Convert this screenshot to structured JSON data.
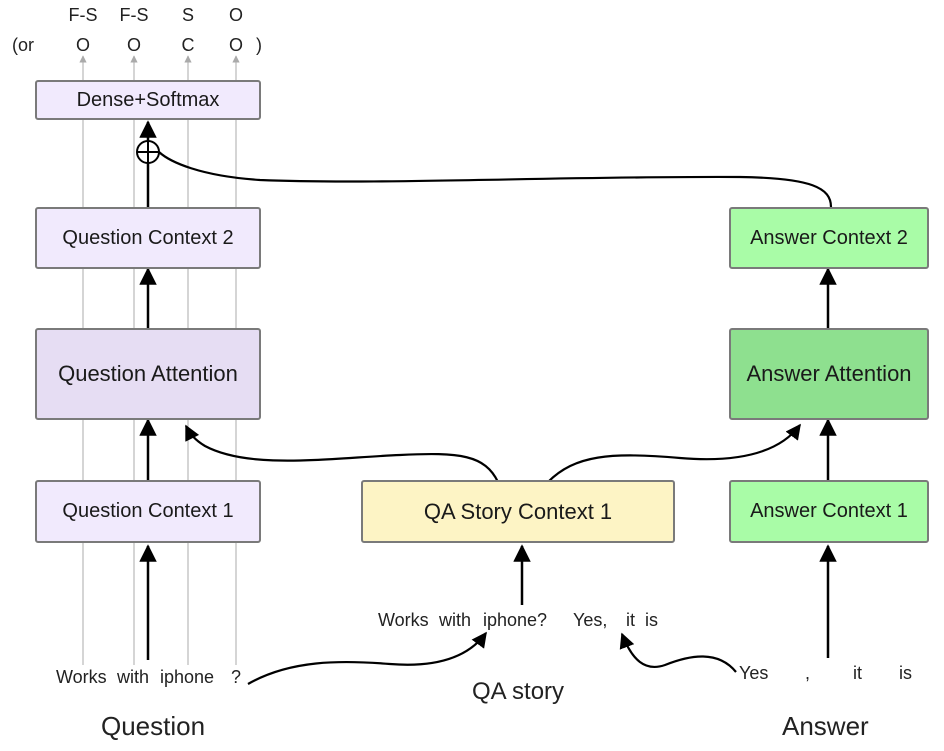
{
  "top_labels": {
    "row1": [
      "F-S",
      "F-S",
      "S",
      "O"
    ],
    "row2_prefix": "(or",
    "row2": [
      "O",
      "O",
      "C",
      "O"
    ],
    "row2_suffix": ")"
  },
  "boxes": {
    "dense": "Dense+Softmax",
    "q_ctx2": "Question Context 2",
    "q_att": "Question Attention",
    "q_ctx1": "Question Context 1",
    "story_ctx1": "QA Story Context 1",
    "a_ctx2": "Answer Context 2",
    "a_att": "Answer Attention",
    "a_ctx1": "Answer Context 1"
  },
  "inputs": {
    "question_words": [
      "Works",
      "with",
      "iphone",
      "?"
    ],
    "story_words": [
      "Works",
      "with",
      "iphone?",
      "Yes,",
      "it",
      "is"
    ],
    "answer_words": [
      "Yes",
      ",",
      "it",
      "is"
    ]
  },
  "section_labels": {
    "question": "Question",
    "story": "QA story",
    "answer": "Answer"
  },
  "colors": {
    "question_light": "#f1eafd",
    "question_dark": "#e6ddf3",
    "answer_light": "#a9fca7",
    "answer_dark": "#8ee08f",
    "story": "#fdf4c5"
  }
}
